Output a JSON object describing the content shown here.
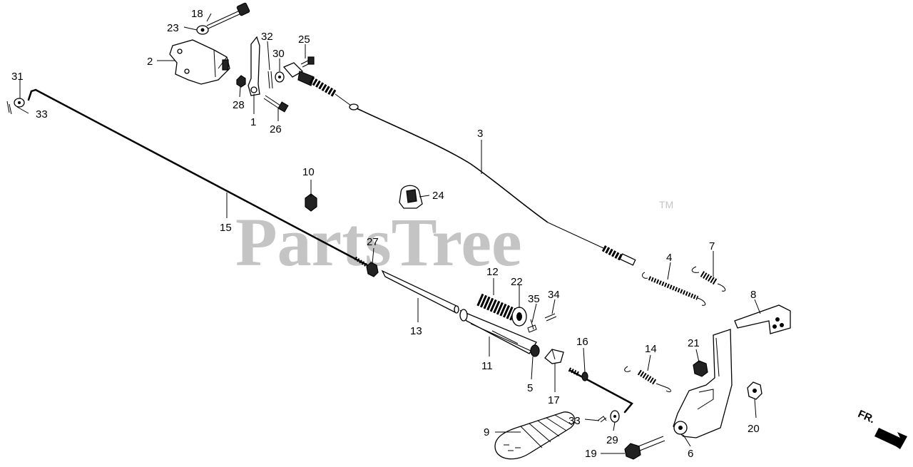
{
  "watermark": {
    "text": "PartsTree",
    "trademark": "TM"
  },
  "direction_label": "FR.",
  "callouts": {
    "c1": "1",
    "c2": "2",
    "c3": "3",
    "c4": "4",
    "c5": "5",
    "c6": "6",
    "c7": "7",
    "c8": "8",
    "c9": "9",
    "c10": "10",
    "c11": "11",
    "c12": "12",
    "c13": "13",
    "c14": "14",
    "c15": "15",
    "c16": "16",
    "c17": "17",
    "c18": "18",
    "c19": "19",
    "c20": "20",
    "c21": "21",
    "c22": "22",
    "c23": "23",
    "c24": "24",
    "c25": "25",
    "c26": "26",
    "c27": "27",
    "c28": "28",
    "c29": "29",
    "c30": "30",
    "c31": "31",
    "c32": "32",
    "c33a": "33",
    "c33b": "33",
    "c34": "34",
    "c35": "35"
  },
  "colors": {
    "line": "#000000",
    "watermark": "#c4c4c4",
    "background": "#ffffff"
  }
}
